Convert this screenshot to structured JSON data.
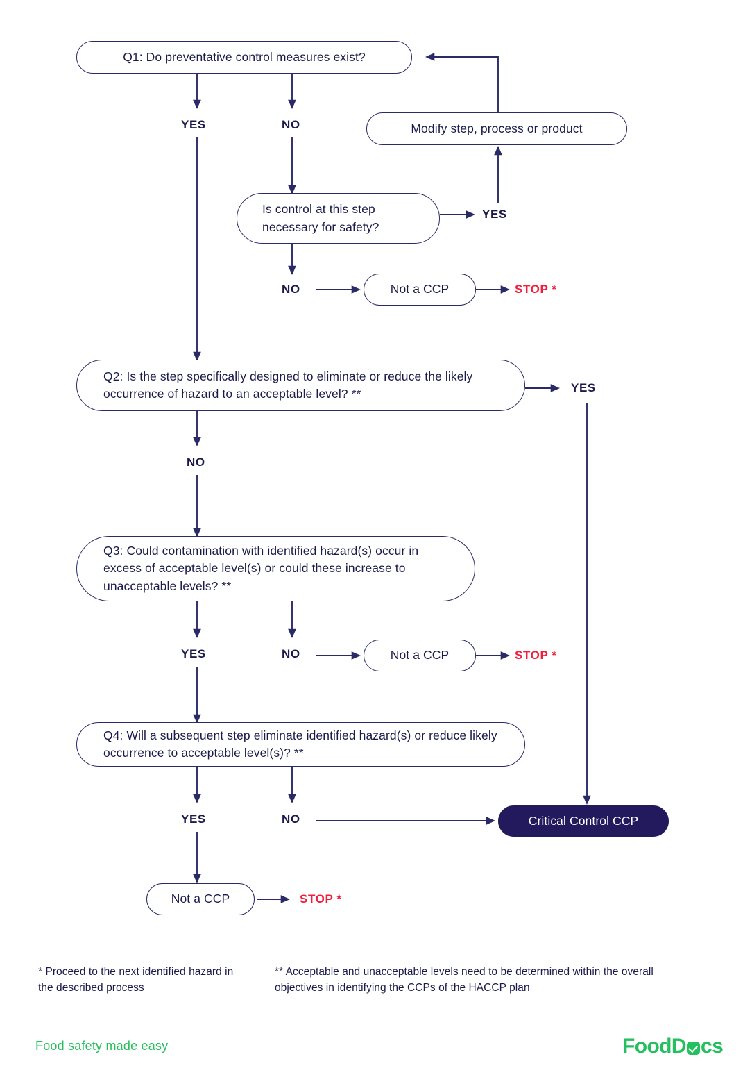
{
  "diagram": {
    "title": "HACCP CCP Decision Tree",
    "colors": {
      "line": "#2a2a66",
      "text": "#1b1b4b",
      "stop": "#f01e3c",
      "ccp_fill": "#231a5e",
      "brand": "#24bf5e"
    },
    "nodes": {
      "q1": "Q1: Do preventative control measures exist?",
      "modify": "Modify step, process or product",
      "control_safety": "Is control at this step necessary for safety?",
      "not_ccp_1": "Not a CCP",
      "q2": "Q2: Is the step specifically designed to eliminate or reduce the likely occurrence of hazard to an acceptable level? **",
      "q3": "Q3: Could contamination with identified hazard(s) occur in excess of acceptable level(s) or could these increase to unacceptable levels? **",
      "not_ccp_2": "Not a CCP",
      "q4": "Q4: Will a subsequent step eliminate identified hazard(s) or reduce likely occurrence to acceptable level(s)? **",
      "critical_control": "Critical Control CCP",
      "not_ccp_3": "Not a CCP"
    },
    "labels": {
      "q1_yes": "YES",
      "q1_no": "NO",
      "safety_yes": "YES",
      "safety_no": "NO",
      "stop_1": "STOP *",
      "q2_yes": "YES",
      "q2_no": "NO",
      "q3_yes": "YES",
      "q3_no": "NO",
      "stop_2": "STOP *",
      "q4_yes": "YES",
      "q4_no": "NO",
      "stop_3": "STOP *"
    },
    "footnotes": {
      "single_star": "* Proceed to the next identified hazard in the described process",
      "double_star": "** Acceptable and unacceptable levels need to be determined within the overall objectives in identifying the CCPs of the HACCP plan"
    },
    "footer": {
      "tagline": "Food safety made easy",
      "logo_part1": "Food",
      "logo_part2": "D",
      "logo_part3": "cs"
    }
  }
}
